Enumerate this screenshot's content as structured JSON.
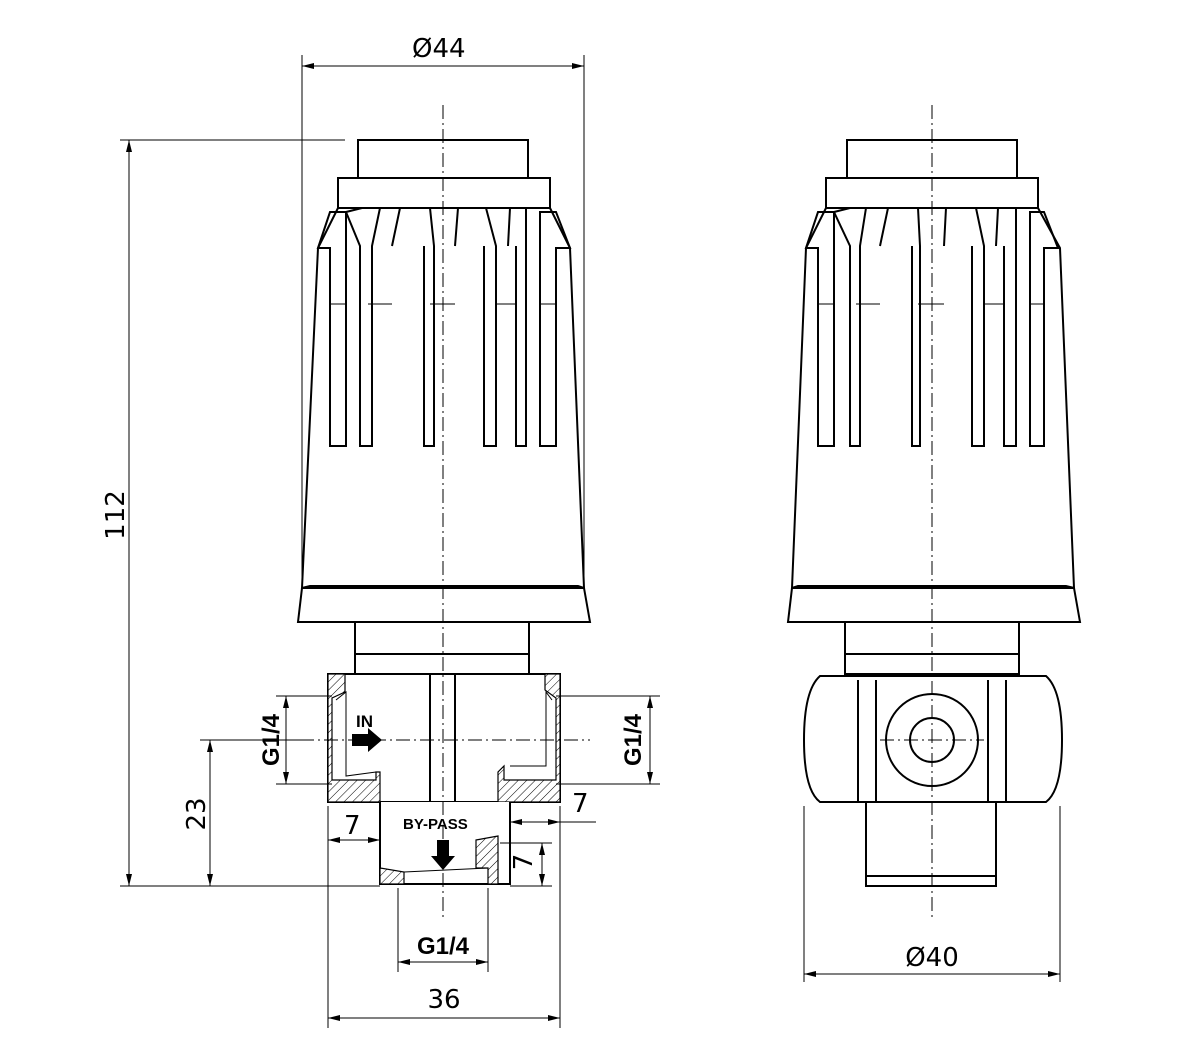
{
  "dimensions": {
    "top_diameter": "Ø44",
    "bottom_diameter": "Ø40",
    "overall_height": "112",
    "port_height": "23",
    "base_width": "36",
    "wall_left": "7",
    "wall_right": "7",
    "bypass_wall": "7"
  },
  "threads": {
    "inlet_left": "G1/4",
    "outlet_right": "G1/4",
    "bypass": "G1/4"
  },
  "flow_labels": {
    "inlet": "IN",
    "bypass": "BY-PASS"
  },
  "colors": {
    "line": "#000000",
    "background": "#ffffff"
  }
}
